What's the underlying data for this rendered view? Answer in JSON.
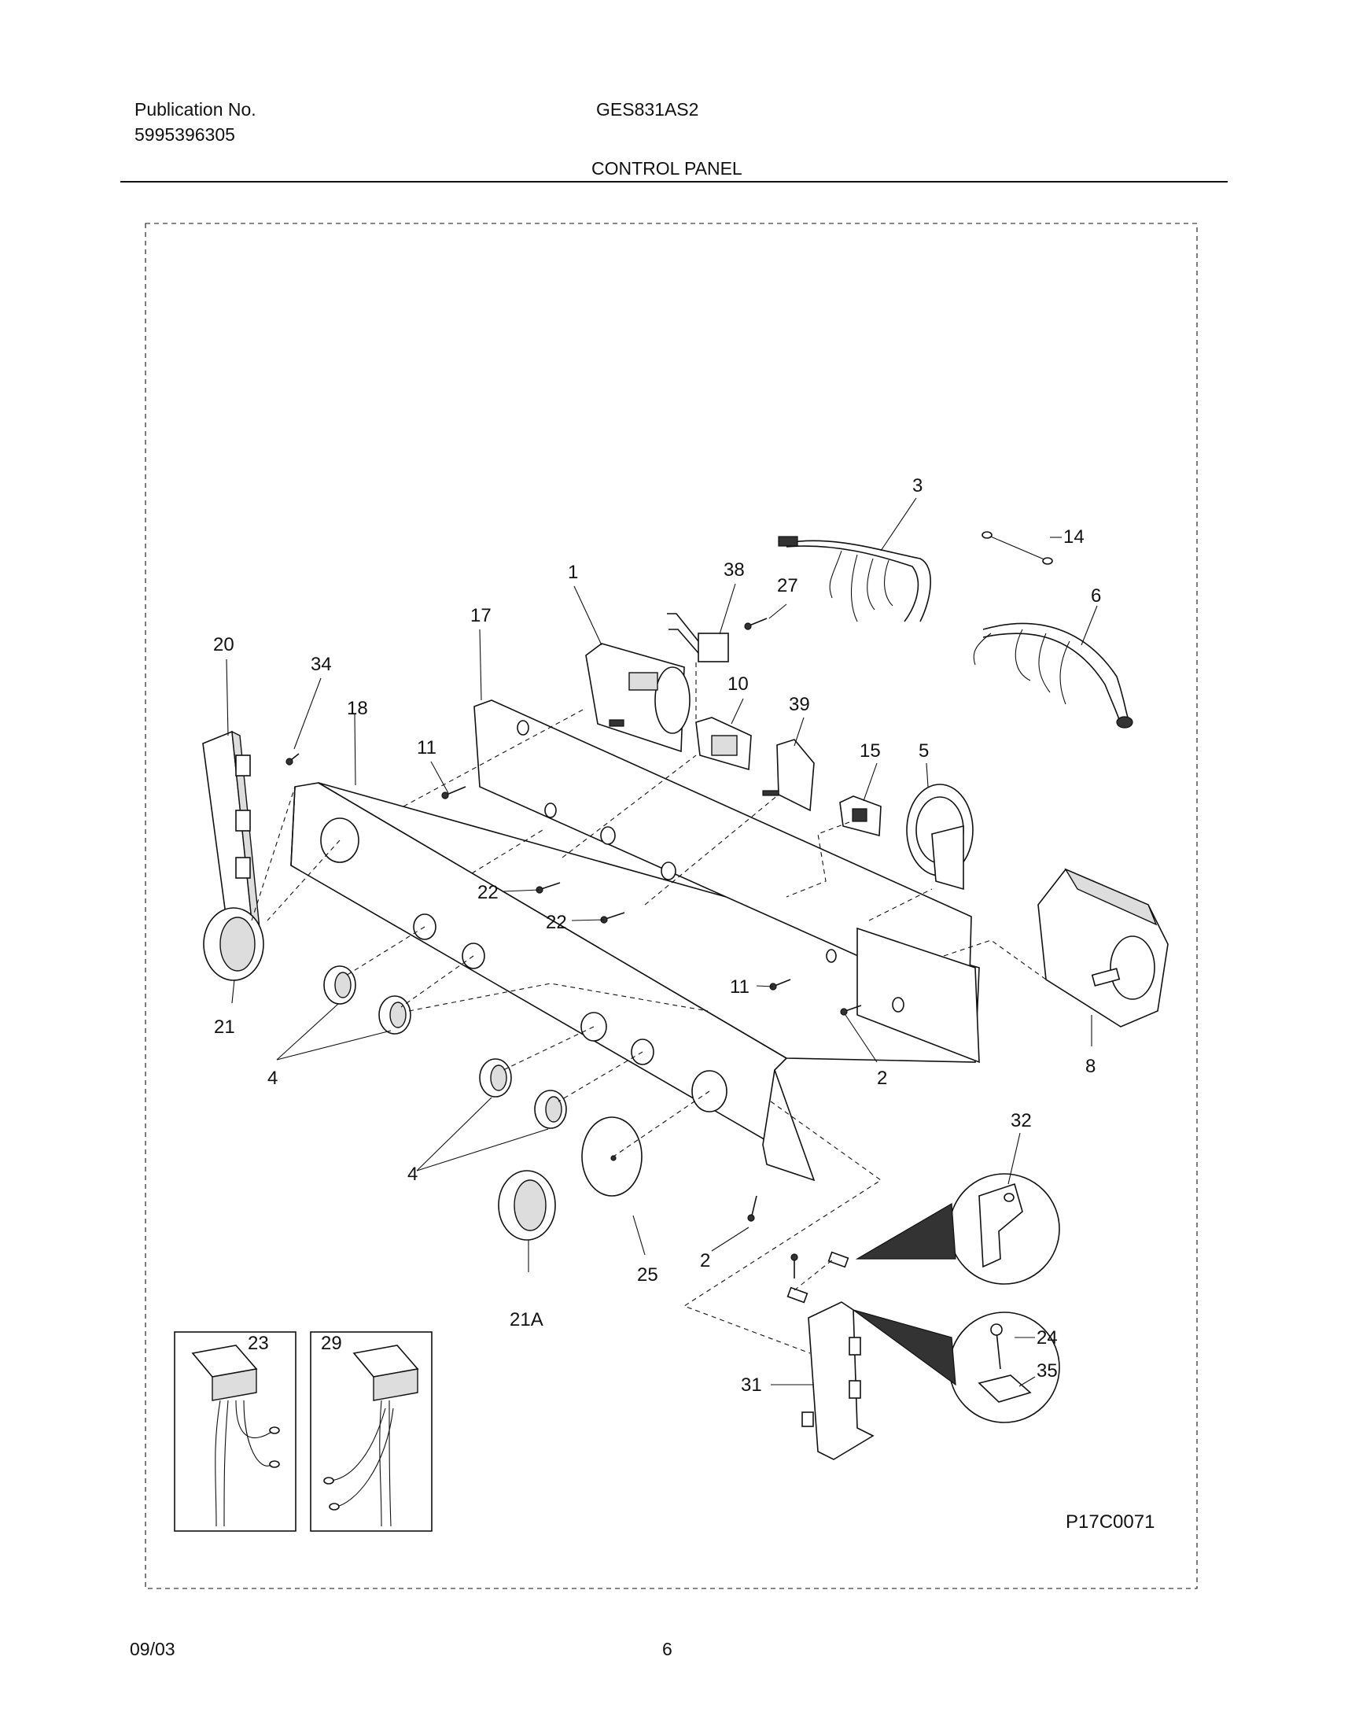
{
  "header": {
    "publication_label": "Publication No.",
    "publication_number": "5995396305",
    "model": "GES831AS2",
    "section_title": "CONTROL PANEL"
  },
  "diagram": {
    "drawing_id": "P17C0071",
    "callouts": {
      "c1": "1",
      "c2a": "2",
      "c2b": "2",
      "c3": "3",
      "c4a": "4",
      "c4b": "4",
      "c5": "5",
      "c6": "6",
      "c8": "8",
      "c10": "10",
      "c11a": "11",
      "c11b": "11",
      "c14": "14",
      "c15": "15",
      "c17": "17",
      "c18": "18",
      "c20": "20",
      "c21": "21",
      "c21a": "21A",
      "c22a": "22",
      "c22b": "22",
      "c23": "23",
      "c24": "24",
      "c25": "25",
      "c27": "27",
      "c29": "29",
      "c31": "31",
      "c32": "32",
      "c34": "34",
      "c35": "35",
      "c38": "38",
      "c39": "39"
    }
  },
  "footer": {
    "date": "09/03",
    "page_number": "6"
  }
}
